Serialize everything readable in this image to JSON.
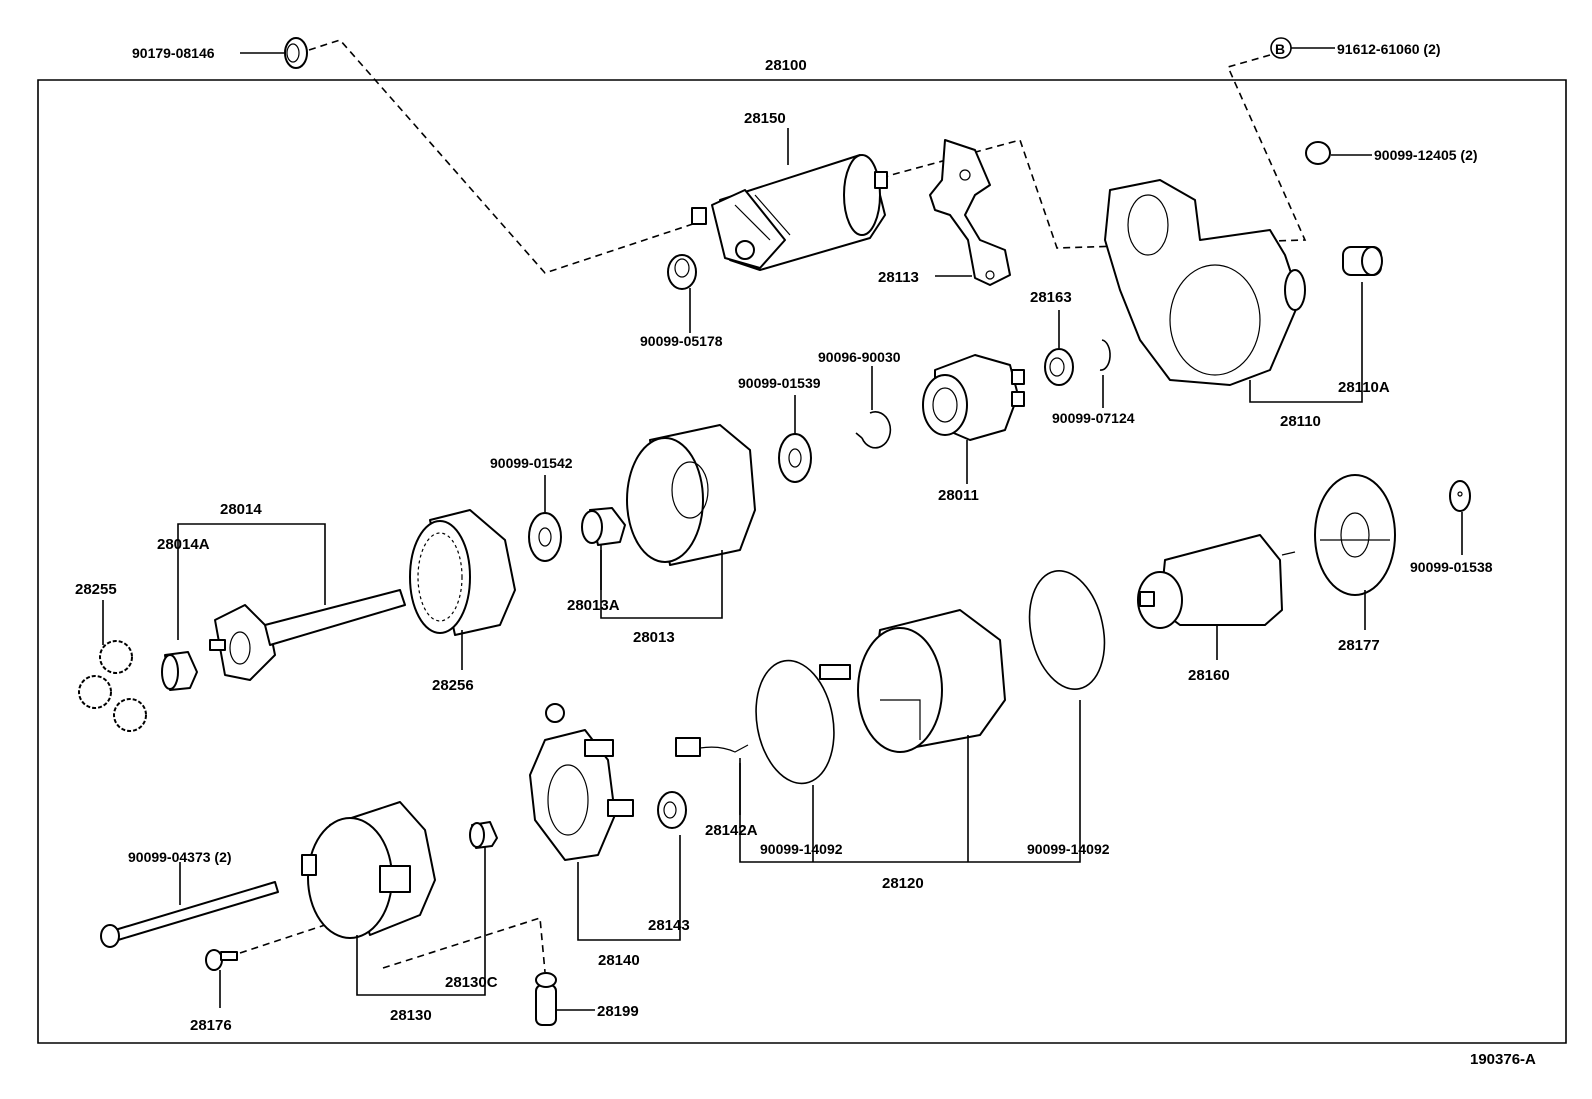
{
  "diagram": {
    "figure_code": "190376-A",
    "labels": {
      "assy": "28100",
      "bolt_top": "90179-08146",
      "b_circle": "B",
      "bolt_b": "91612-61060 (2)",
      "nut_top": "90099-12405 (2)",
      "solenoid": "28150",
      "lead": "28113",
      "solenoid_nut": "90099-05178",
      "bearing_28163": "28163",
      "ring_07124": "90099-07124",
      "housing": "28110",
      "bush_28110A": "28110A",
      "clip_90030": "90096-90030",
      "washer_01539": "90099-01539",
      "clutch": "28011",
      "washer_01542": "90099-01542",
      "bearing_28013A": "28013A",
      "center_bearing": "28013",
      "shaft": "28014",
      "bush_28014A": "28014A",
      "planet_gear": "28255",
      "internal_gear": "28256",
      "armature": "28160",
      "end_plate": "28177",
      "washer_01538": "90099-01538",
      "brush": "28142A",
      "oring_left": "90099-14092",
      "oring_right": "90099-14092",
      "yoke": "28120",
      "through_bolt": "90099-04373 (2)",
      "commutator_frame": "28130",
      "bush_28130C": "28130C",
      "brush_holder": "28140",
      "spring_28143": "28143",
      "screw_28176": "28176",
      "cap_28199": "28199"
    }
  }
}
